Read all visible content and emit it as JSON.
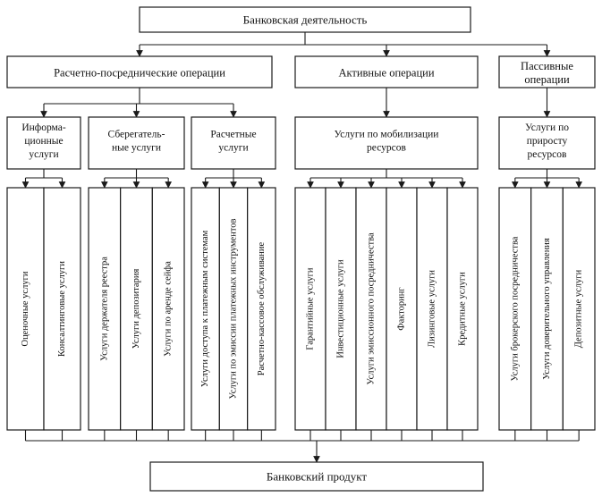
{
  "root": "Банковская деятельность",
  "bottom": "Банковский продукт",
  "categories": [
    {
      "label": [
        "Расчетно-посредническиe операции"
      ],
      "groups": [
        {
          "label": [
            "Информа-",
            "ционные",
            "услуги"
          ],
          "leaves": [
            "Оценочные услуги",
            "Консалтинговые услуги"
          ]
        },
        {
          "label": [
            "Сберегатель-",
            "ные услуги"
          ],
          "leaves": [
            "Услуги держателя реестра",
            "Услуги депозитария",
            "Услуги по аренде сейфа"
          ]
        },
        {
          "label": [
            "Расчетные",
            "услуги"
          ],
          "leaves": [
            "Услуги доступа к платежным системам",
            "Услуги по эмиссии платежных инструментов",
            "Расчетно-кассовое обслуживание"
          ]
        }
      ]
    },
    {
      "label": [
        "Активные операции"
      ],
      "groups": [
        {
          "label": [
            "Услуги по мобилизации",
            "ресурсов"
          ],
          "leaves": [
            "Гарантийные услуги",
            "Инвестиционные услуги",
            "Услуги эмиссионного посредничества",
            "Факторинг",
            "Лизинговые услуги",
            "Кредитные услуги"
          ]
        }
      ]
    },
    {
      "label": [
        "Пассивные",
        "операции"
      ],
      "groups": [
        {
          "label": [
            "Услуги по",
            "приросту",
            "ресурсов"
          ],
          "leaves": [
            "Услуги брокерского посредничества",
            "Услуги доверительного управления",
            "Депозитные услуги"
          ]
        }
      ]
    }
  ]
}
